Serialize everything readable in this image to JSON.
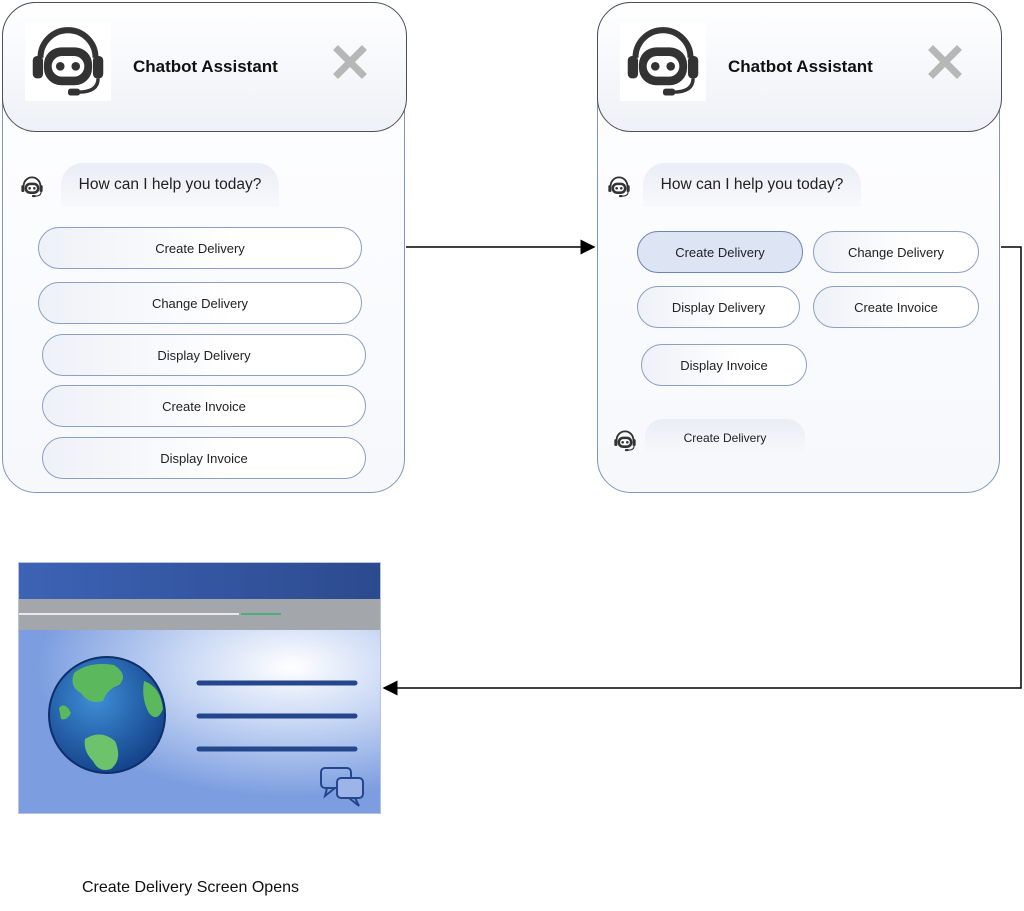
{
  "chat_initial": {
    "title": "Chatbot Assistant",
    "greeting": "How can I help you today?",
    "options": [
      "Create Delivery",
      "Change Delivery",
      "Display Delivery",
      "Create Invoice",
      "Display Invoice"
    ]
  },
  "chat_selected": {
    "title": "Chatbot Assistant",
    "greeting": "How can I help you today?",
    "options": [
      "Create Delivery",
      "Change Delivery",
      "Display Delivery",
      "Create Invoice",
      "Display Invoice"
    ],
    "selected_option": "Create Delivery",
    "reply": "Create Delivery"
  },
  "caption": "Create Delivery Screen Opens",
  "icons": {
    "bot": "robot-headset-icon",
    "close": "close-icon",
    "globe": "globe-icon",
    "chat": "chat-bubbles-icon"
  },
  "colors": {
    "border": "#8aa0c4",
    "selected": "#dde5f5",
    "screen_header": "#3a5aa8",
    "globe_ocean": "#1f5fae",
    "globe_land": "#5cb85c"
  }
}
